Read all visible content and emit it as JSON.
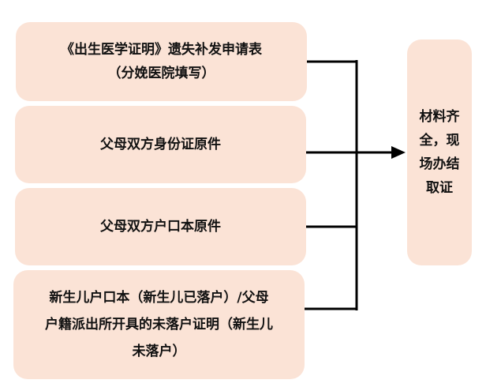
{
  "diagram": {
    "documents": [
      {
        "lines": [
          "《出生医学证明》遗失补发申请表",
          "（分娩医院填写）"
        ]
      },
      {
        "lines": [
          "父母双方身份证原件"
        ]
      },
      {
        "lines": [
          "父母双方户口本原件"
        ]
      },
      {
        "lines": [
          "新生儿户口本（新生儿已落户）/父母",
          "户籍派出所开具的未落户证明（新生儿",
          "未落户）"
        ]
      }
    ],
    "result": {
      "lines": [
        "材料齐",
        "全，现",
        "场办结",
        "取证"
      ]
    }
  },
  "colors": {
    "box_fill": "#fbe3d6",
    "connector": "#000000",
    "text": "#111111"
  }
}
